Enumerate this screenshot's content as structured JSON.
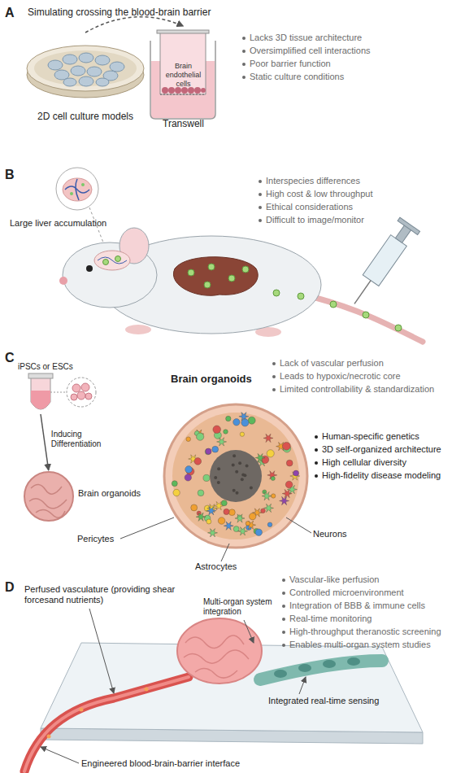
{
  "diagram": {
    "title": "Simulating crossing the blood-brain barrier",
    "nodes": [
      {
        "text": [
          "2D cell culture models"
        ]
      },
      {
        "text": [
          "Brain endothelial cells",
          "Transwell"
        ]
      },
      {
        "text": [
          "iPSCs or ESCs"
        ]
      },
      {
        "text": [
          "Brain organoids"
        ]
      },
      {
        "text": [
          "Brain organoids"
        ]
      }
    ],
    "edges": [
      {
        "from": 0,
        "to": 1,
        "arrow": "to"
      },
      {
        "from": 2,
        "to": 3,
        "label": "Inducing Differentiation",
        "arrow": "to"
      }
    ],
    "labels": [
      "A",
      "Lacks 3D tissue architecture",
      "Oversimplified cell interactions",
      "Poor barrier function",
      "Static culture conditions",
      "B",
      "Large liver accumulation",
      "Interspecies differences",
      "High cost & low throughput",
      "Ethical considerations",
      "Difficult to image/monitor",
      "C",
      "Lack of vascular perfusion",
      "Leads to hypoxic/necrotic core",
      "Limited controllability & standardization",
      "Human-specific genetics",
      "3D self-organized architecture",
      "High cellular diversity",
      "High-fidelity disease modeling",
      "Neurons",
      "Pericytes",
      "Astrocytes",
      "D",
      "Perfused vasculature (providing shear forcesand nutrients)",
      "Multi-organ system integration",
      "Vascular-like perfusion",
      "Controlled microenvironment",
      "Integration of BBB & immune cells",
      "Real-time monitoring",
      "High-throughput theranostic screening",
      "Enables multi-organ system studies",
      "Integrated real-time sensing",
      "Engineered blood-brain-barrier interface"
    ]
  }
}
